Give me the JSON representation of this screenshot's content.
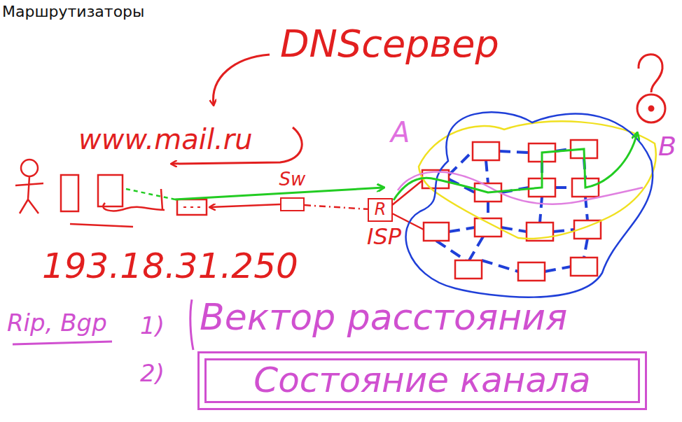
{
  "diagram": {
    "title": "Маршрутизаторы",
    "nodes": [
      {
        "text": [
          "Sw"
        ]
      },
      {
        "text": [
          "R"
        ]
      },
      {
        "text": [
          "Состояние канала"
        ]
      }
    ],
    "edges": [
      {
        "from": 0,
        "to": 1,
        "arrow": "none"
      }
    ],
    "labels": [
      "DNSсервер",
      "www.mail.ru",
      "ISP",
      "193.18.31.250",
      "A",
      "B",
      "Rip, Bgp",
      "1)",
      "Вектор расстояния",
      "2)"
    ]
  }
}
